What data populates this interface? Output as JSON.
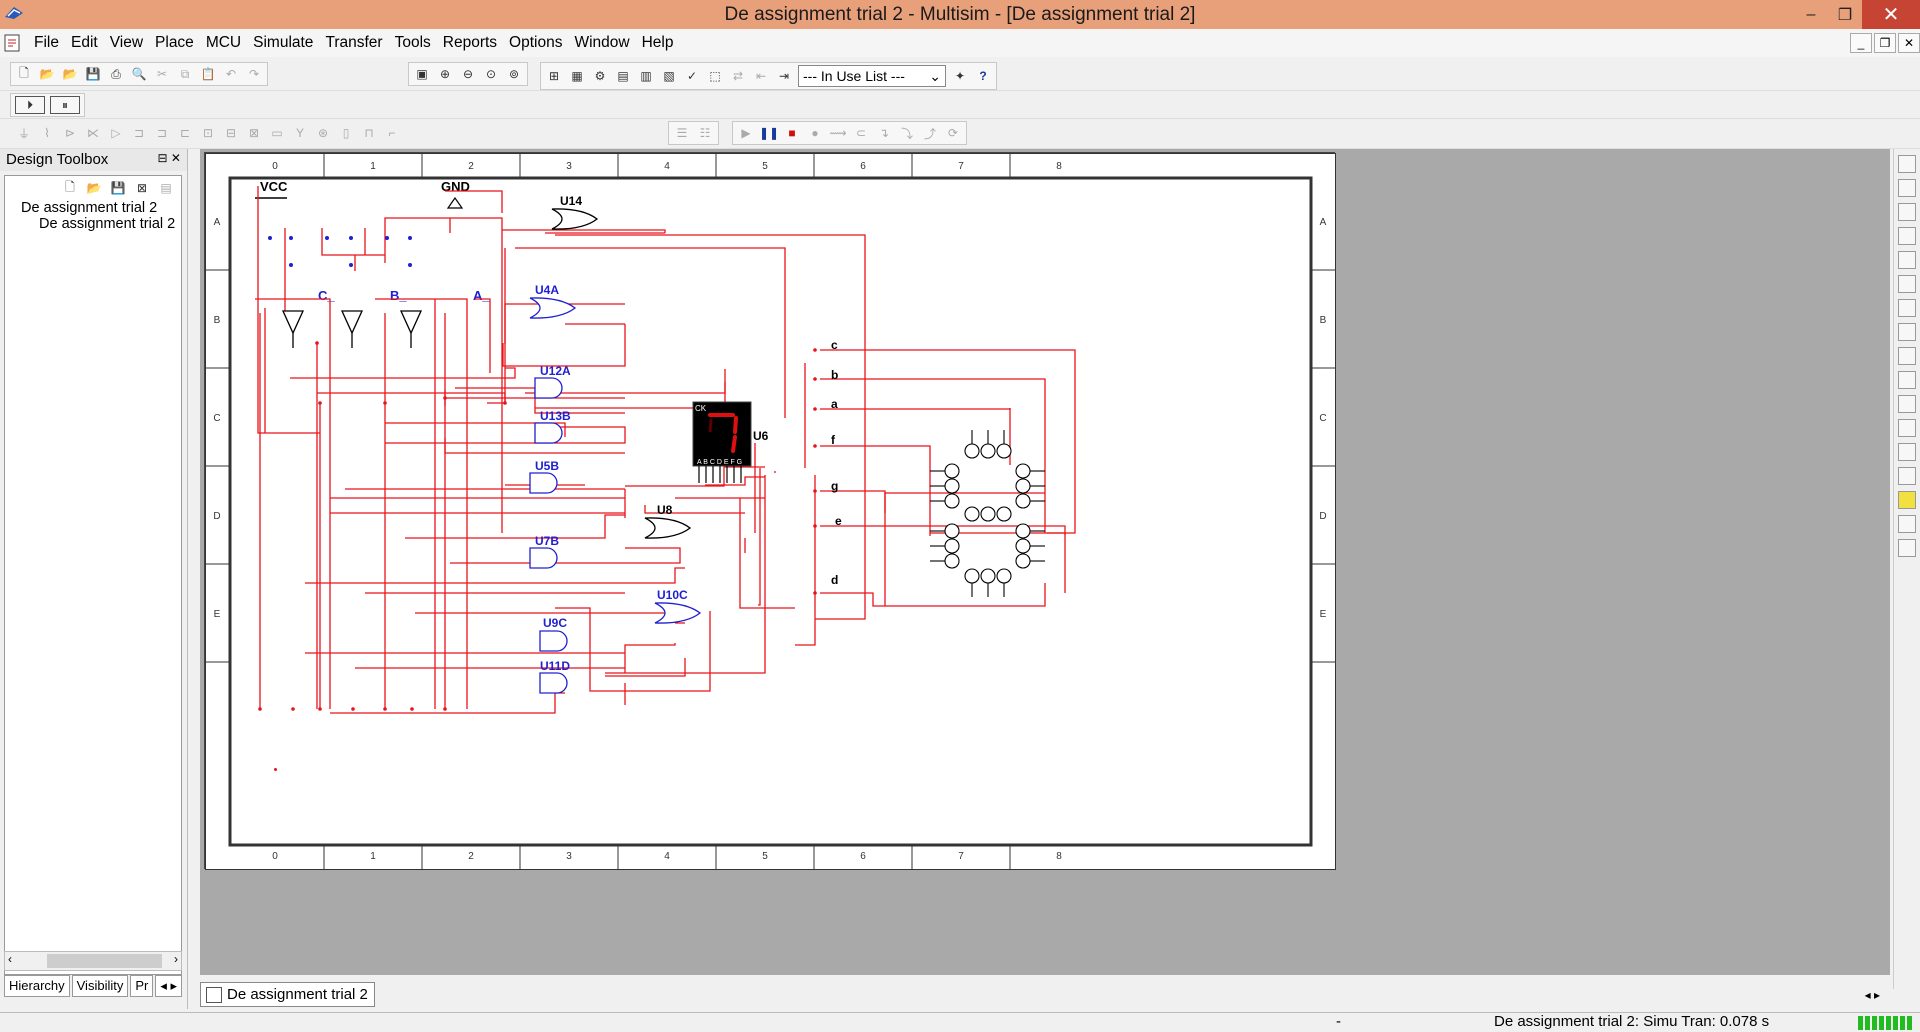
{
  "window": {
    "title": "De assignment trial 2 - Multisim - [De assignment trial 2]",
    "minimize": "‒",
    "maximize": "❐",
    "close": "✕"
  },
  "menubar": {
    "items": [
      "File",
      "Edit",
      "View",
      "Place",
      "MCU",
      "Simulate",
      "Transfer",
      "Tools",
      "Reports",
      "Options",
      "Window",
      "Help"
    ],
    "doc_controls": [
      "_",
      "❐",
      "✕"
    ]
  },
  "toolbar": {
    "in_use_list": "--- In Use List ---"
  },
  "design_toolbox": {
    "title": "Design Toolbox",
    "tree": [
      {
        "label": "De assignment trial 2",
        "level": 0
      },
      {
        "label": "De assignment trial 2",
        "level": 1
      }
    ],
    "tabs": [
      "Hierarchy",
      "Visibility",
      "Pr"
    ]
  },
  "schematic": {
    "border_columns": [
      "0",
      "1",
      "2",
      "3",
      "4",
      "5",
      "6",
      "7",
      "8"
    ],
    "border_rows": [
      "A",
      "B",
      "C",
      "D",
      "E"
    ],
    "power_labels": [
      "VCC",
      "GND"
    ],
    "net_labels": [
      "C_",
      "B_",
      "A_"
    ],
    "components": [
      "U14",
      "U4A",
      "U12A",
      "U13B",
      "U5B",
      "U7B",
      "U8",
      "U10C",
      "U9C",
      "U11D",
      "U6"
    ],
    "display": {
      "tag": "CK",
      "pins": "A B C D E F G",
      "digit": "7",
      "segment_color": "#e01010"
    },
    "segment_labels": [
      "c",
      "b",
      "a",
      "f",
      "g",
      "e",
      "d"
    ],
    "wire_color": "#e8141b",
    "gate_color": "#2020d0"
  },
  "document_tab": "De assignment trial 2",
  "status": {
    "dash": "-",
    "text": "De assignment trial 2: Simu Tran: 0.078 s"
  }
}
